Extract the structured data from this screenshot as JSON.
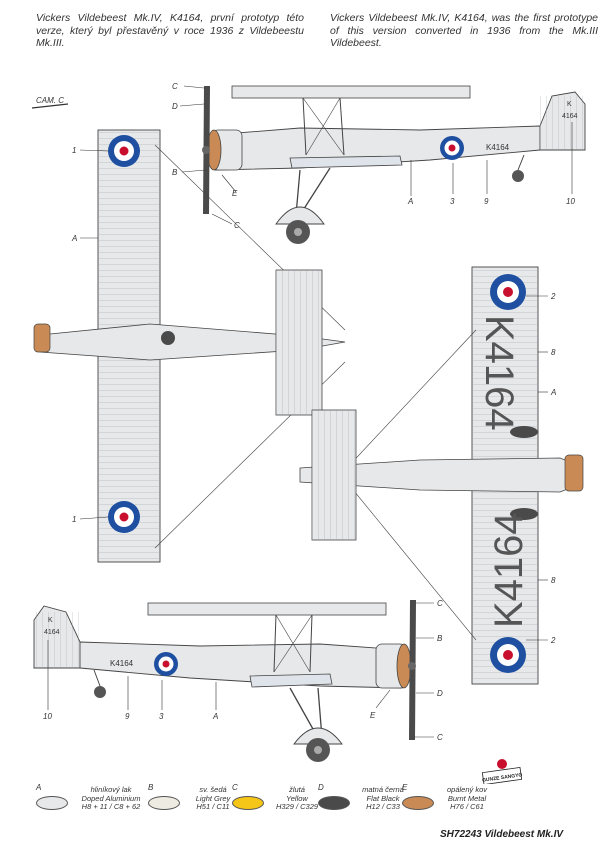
{
  "header": {
    "czech": "Vickers Vildebeest Mk.IV, K4164, první prototyp této verze, který byl přestavěný v roce 1936 z Vildebeestu Mk.III.",
    "english": "Vickers Vildebeest Mk.IV, K4164, was the first prototype of this version converted in 1936 from the Mk.III Vildebeest."
  },
  "camouflage_label": "CAM. C",
  "serial": "K4164",
  "fin_letter": "K",
  "fin_serial": "4164",
  "callouts": {
    "A": "A",
    "B": "B",
    "C": "C",
    "D": "D",
    "E": "E",
    "n1": "1",
    "n2": "2",
    "n3": "3",
    "n8": "8",
    "n9": "9",
    "n10": "10"
  },
  "legend": [
    {
      "code": "A",
      "cz": "hliníkový lak",
      "en": "Doped Aluminium",
      "ref": "H8 + 11 / C8 + 62",
      "color": "#e6e8ea"
    },
    {
      "code": "B",
      "cz": "sv. šedá",
      "en": "Light Grey",
      "ref": "H51 / C11",
      "color": "#eeece2"
    },
    {
      "code": "C",
      "cz": "žlutá",
      "en": "Yellow",
      "ref": "H329 / C329",
      "color": "#f5c518"
    },
    {
      "code": "D",
      "cz": "matná černá",
      "en": "Flat Black",
      "ref": "H12 / C33",
      "color": "#4a4a4a"
    },
    {
      "code": "E",
      "cz": "opálený kov",
      "en": "Burnt Metal",
      "ref": "H76 / C61",
      "color": "#c98a55"
    }
  ],
  "logo_text": "GUNZE SANGYO",
  "footer": "SH72243 Vildebeest Mk.IV",
  "colors": {
    "roundel_blue": "#1f4fa0",
    "roundel_red": "#c8102e",
    "aluminium": "#e6e8ea",
    "outline": "#444444"
  }
}
